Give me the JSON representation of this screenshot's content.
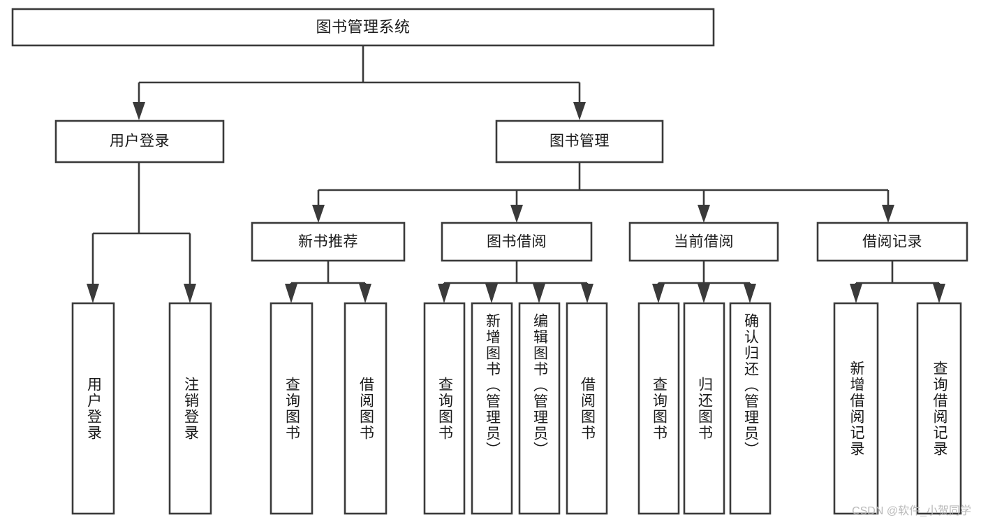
{
  "diagram": {
    "type": "tree",
    "title": "图书管理系统",
    "orientation": "top-down",
    "colors": {
      "box_stroke": "#3a3a3a",
      "box_fill": "#ffffff",
      "text": "#1b1b1b",
      "background": "#ffffff",
      "watermark": "#b9b9b9"
    },
    "root": {
      "label": "图书管理系统"
    },
    "level2": [
      {
        "label": "用户登录"
      },
      {
        "label": "图书管理"
      }
    ],
    "level3": [
      {
        "label": "新书推荐"
      },
      {
        "label": "图书借阅"
      },
      {
        "label": "当前借阅"
      },
      {
        "label": "借阅记录"
      }
    ],
    "leaves": {
      "user_login": [
        {
          "label": "用户登录"
        },
        {
          "label": "注销登录"
        }
      ],
      "new_book_recommend": [
        {
          "label": "查询图书"
        },
        {
          "label": "借阅图书"
        }
      ],
      "book_borrow": [
        {
          "label": "查询图书"
        },
        {
          "label": "新增图书（管理员）"
        },
        {
          "label": "编辑图书（管理员）"
        },
        {
          "label": "借阅图书"
        }
      ],
      "current_borrow": [
        {
          "label": "查询图书"
        },
        {
          "label": "归还图书"
        },
        {
          "label": "确认归还（管理员）"
        }
      ],
      "borrow_record": [
        {
          "label": "新增借阅记录"
        },
        {
          "label": "查询借阅记录"
        }
      ]
    }
  },
  "watermark": {
    "text": "CSDN @软件_小贺同学"
  }
}
